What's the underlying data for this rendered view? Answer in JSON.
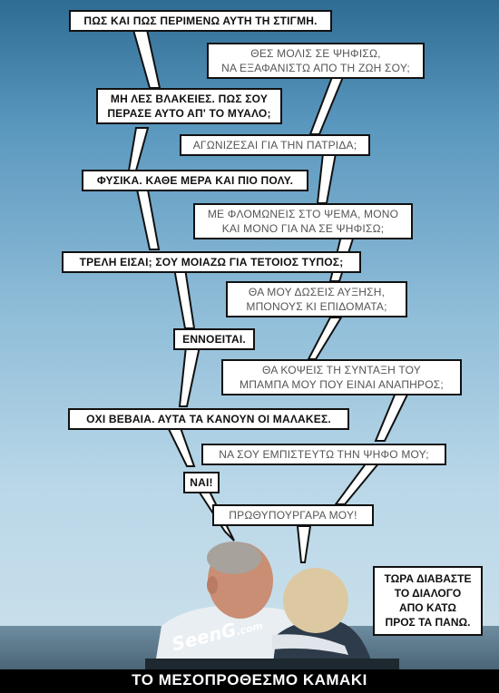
{
  "footer": {
    "title": "ΤΟ ΜΕΣΟΠΡΟΘΕΣΜΟ ΚΑΜΑΚΙ"
  },
  "note": {
    "lines": [
      "ΤΩΡΑ ΔΙΑΒΑΣΤΕ",
      "ΤΟ ΔΙΑΛΟΓΟ",
      "ΑΠΟ ΚΑΤΩ",
      "ΠΡΟΣ ΤΑ ΠΑΝΩ."
    ]
  },
  "watermark": {
    "main": "SeenG",
    "suffix": ".com"
  },
  "man": {
    "b1": [
      "ΠΩΣ ΚΑΙ ΠΩΣ ΠΕΡΙΜΕΝΩ ΑΥΤΗ ΤΗ ΣΤΙΓΜΗ."
    ],
    "b2": [
      "ΜΗ ΛΕΣ ΒΛΑΚΕΙΕΣ. ΠΩΣ ΣΟΥ",
      "ΠΕΡΑΣΕ ΑΥΤΟ ΑΠ' ΤΟ ΜΥΑΛΟ;"
    ],
    "b3": [
      "ΦΥΣΙΚΑ. ΚΑΘΕ ΜΕΡΑ ΚΑΙ ΠΙΟ ΠΟΛΥ."
    ],
    "b4": [
      "ΤΡΕΛΗ ΕΙΣΑΙ; ΣΟΥ ΜΟΙΑΖΩ ΓΙΑ ΤΕΤΟΙΟΣ ΤΥΠΟΣ;"
    ],
    "b5": [
      "ΕΝΝΟΕΙΤΑΙ."
    ],
    "b6": [
      "ΟΧΙ ΒΕΒΑΙΑ. ΑΥΤΑ ΤΑ ΚΑΝΟΥΝ ΟΙ ΜΑΛΑΚΕΣ."
    ],
    "b7": [
      "ΝΑΙ!"
    ]
  },
  "woman": {
    "b1": [
      "ΘΕΣ ΜΟΛΙΣ ΣΕ ΨΗΦΙΣΩ,",
      "ΝΑ ΕΞΑΦΑΝΙΣΤΩ ΑΠΟ ΤΗ ΖΩΗ ΣΟΥ;"
    ],
    "b2": [
      "ΑΓΩΝΙΖΕΣΑΙ ΓΙΑ ΤΗΝ ΠΑΤΡΙΔΑ;"
    ],
    "b3": [
      "ΜΕ ΦΛΟΜΩΝΕΙΣ ΣΤΟ ΨΕΜΑ, ΜΟΝΟ",
      "ΚΑΙ ΜΟΝΟ ΓΙΑ ΝΑ ΣΕ ΨΗΦΙΣΩ;"
    ],
    "b4": [
      "ΘΑ ΜΟΥ ΔΩΣΕΙΣ ΑΥΞΗΣΗ,",
      "ΜΠΟΝΟΥΣ ΚΙ ΕΠΙΔΟΜΑΤΑ;"
    ],
    "b5": [
      "ΘΑ ΚΟΨΕΙΣ ΤΗ ΣΥΝΤΑΞΗ ΤΟΥ",
      "ΜΠΑΜΠΑ ΜΟΥ ΠΟΥ ΕΙΝΑΙ ΑΝΑΠΗΡΟΣ;"
    ],
    "b6": [
      "ΝΑ ΣΟΥ ΕΜΠΙΣΤΕΥΤΩ ΤΗΝ ΨΗΦΟ ΜΟΥ;"
    ],
    "b7": [
      "ΠΡΩΘΥΠΟΥΡΓΑΡΑ ΜΟΥ!"
    ]
  }
}
